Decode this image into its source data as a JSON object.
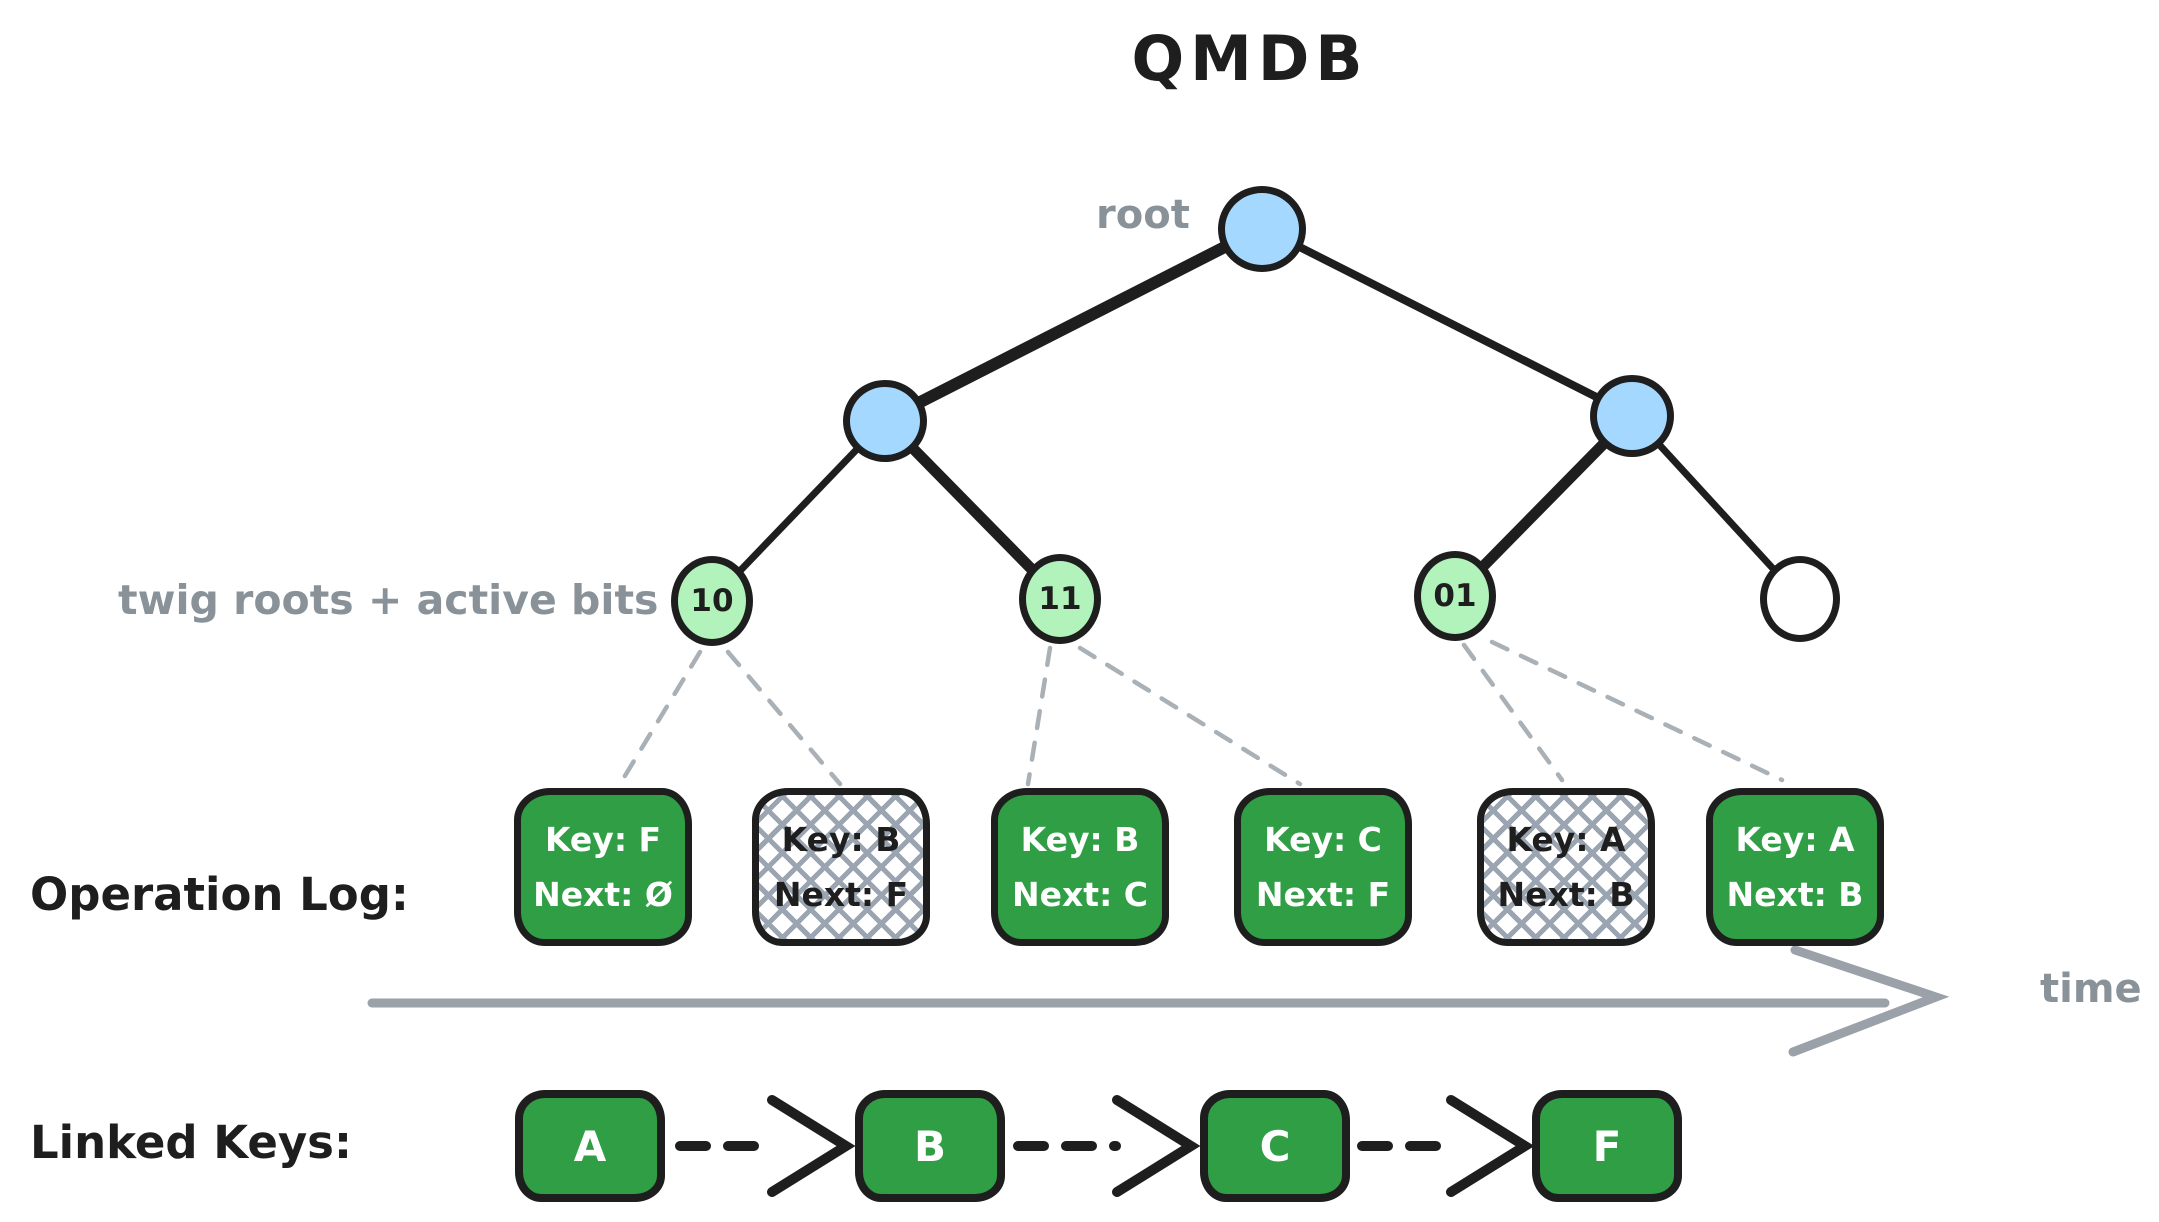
{
  "title": "QMDB",
  "labels": {
    "root": "root",
    "twigs": "twig roots + active bits",
    "operation_log": "Operation Log:",
    "linked_keys": "Linked Keys:",
    "time": "time"
  },
  "tree": {
    "root": {
      "fill": "blue"
    },
    "internal_nodes": [
      {
        "fill": "blue"
      },
      {
        "fill": "blue"
      }
    ],
    "twig_nodes": [
      {
        "bits": "10",
        "fill": "green"
      },
      {
        "bits": "11",
        "fill": "green"
      },
      {
        "bits": "01",
        "fill": "green"
      },
      {
        "bits": "",
        "fill": "white"
      }
    ]
  },
  "operation_log": {
    "entries": [
      {
        "key": "Key: F",
        "next": "Next: Ø",
        "state": "active"
      },
      {
        "key": "Key: B",
        "next": "Next: F",
        "state": "superseded"
      },
      {
        "key": "Key: B",
        "next": "Next: C",
        "state": "active"
      },
      {
        "key": "Key: C",
        "next": "Next: F",
        "state": "active"
      },
      {
        "key": "Key: A",
        "next": "Next: B",
        "state": "superseded"
      },
      {
        "key": "Key: A",
        "next": "Next: B",
        "state": "active"
      }
    ]
  },
  "linked_keys": {
    "keys": [
      "A",
      "B",
      "C",
      "F"
    ]
  },
  "colors": {
    "stroke": "#1e1e1e",
    "node_blue": "#a5d8ff",
    "twig_green": "#b2f2bb",
    "entry_green": "#2f9e44",
    "muted_grey": "#8a9299",
    "hatch_grey": "#9aa5b1"
  }
}
